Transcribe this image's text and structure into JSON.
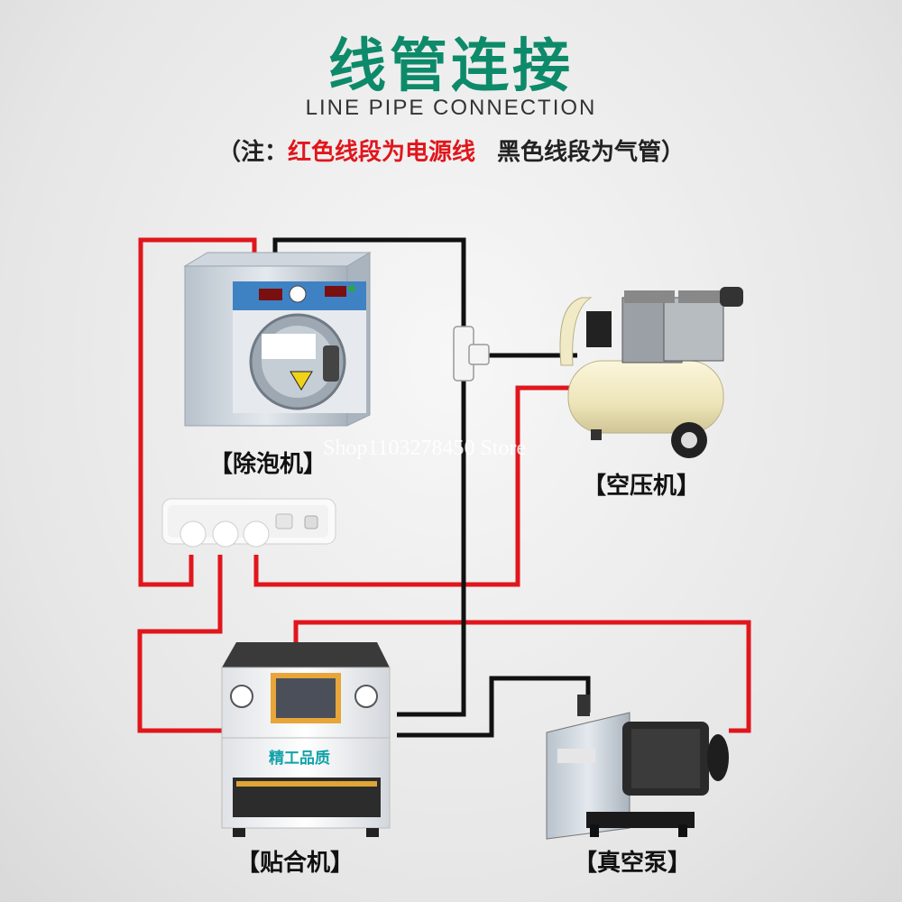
{
  "header": {
    "title": "线管连接",
    "subtitle": "LINE PIPE CONNECTION",
    "note_open": "（注：",
    "note_red": "红色线段为电源线",
    "note_black": "黑色线段为气管）"
  },
  "devices": {
    "bubble_remover": "【除泡机】",
    "air_compressor": "【空压机】",
    "laminator": "【贴合机】",
    "vacuum_pump": "【真空泵】"
  },
  "laminator_brand": "精工品质",
  "watermark": "Shop1103278450 Store",
  "colors": {
    "title": "#0d8a6a",
    "power_line": "#e0161c",
    "air_pipe": "#111111"
  }
}
